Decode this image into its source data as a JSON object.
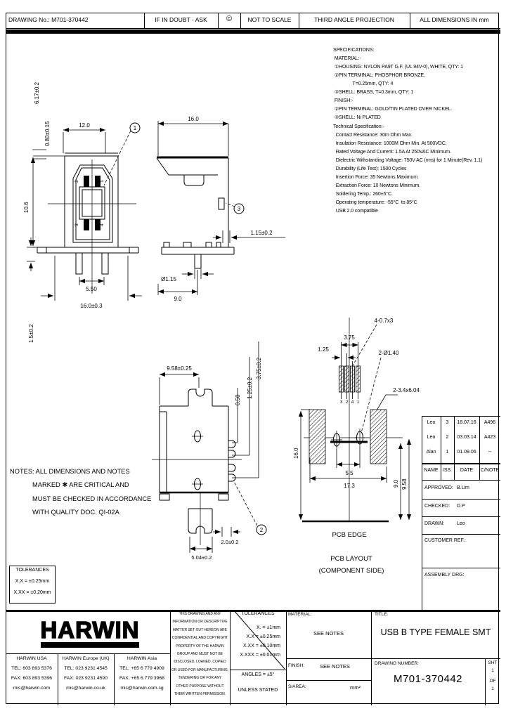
{
  "header": {
    "drawing_no": "DRAWING No.: M701-370442",
    "if_in_doubt": "IF IN DOUBT - ASK",
    "copyright": "©",
    "not_to_scale": "NOT TO SCALE",
    "projection": "THIRD ANGLE PROJECTION",
    "units": "ALL DIMENSIONS IN mm"
  },
  "specifications": {
    "lines": [
      "SPECIFICATIONS:",
      " MATERIAL:-",
      " ①HOUSING: NYLON PA9T G.F. (UL 94V-0), WHITE, QTY: 1",
      " ②PIN TERMINAL: PHOSPHOR BRONZE,",
      "               T=0.25mm, QTY: 4",
      " ③SHELL: BRASS, T=0.3mm, QTY: 1",
      " FINISH:-",
      " ②PIN TERMINAL: GOLD/TIN PLATED OVER NICKEL.",
      " ③SHELL: Ni PLATED",
      "Technical Specification:-",
      "  Contact Resistance: 30m Ohm Max.",
      "  Insulation Resistance: 1000M Ohm Min. At 500VDC.",
      "  Rated Voltage And Current: 1.5A At 250VAC Minimum.",
      "  Dielectric Withstanding Voltage: 750V AC (rms) for 1 Minute(Rev. 1.1)",
      "  Durability (Life Test): 1500 Cycles",
      "  Insertion Force: 35 Newtons Maximum.",
      "  Extraction Force: 10 Newtons Minimum.",
      "  Soldering Temp.: 260±5°C.",
      "  Operating temperature: -55°C  to 85°C",
      "  USB 2.0 compatible"
    ]
  },
  "notes": {
    "lines": [
      "NOTES: ALL DIMENSIONS AND NOTES",
      "MARKED ✱ ARE CRITICAL AND",
      "MUST BE CHECKED IN ACCORDANCE",
      "WITH QUALITY DOC. QI-02A"
    ]
  },
  "tol_box": {
    "title": "TOLERANCES",
    "line1": "X.X = ±0.25mm",
    "line2": "X.XX = ±0.20mm"
  },
  "front_view": {
    "dim_width": "12.0",
    "dim_617": "6.17±0.2",
    "dim_080": "0.80±0.15",
    "dim_height": "10.6",
    "dim_550": "5.50",
    "dim_1603": "16.0±0.3",
    "dim_15": "1.5±0.2",
    "pin_2": "2",
    "pin_1": "1",
    "pin_3": "3",
    "pin_4": "4",
    "balloon": "1"
  },
  "side_view": {
    "dim_160": "16.0",
    "dim_115": "1.15±0.2",
    "dim_dia115": "Ø1.15",
    "dim_90": "9.0",
    "balloon": "3"
  },
  "bottom_view": {
    "dim_958": "9.58±0.25",
    "dim_050": "0.50",
    "dim_125": "1.25±0.2",
    "dim_375": "3.75±0.2",
    "dim_20": "2.0±0.2",
    "dim_504": "5.04±0.2",
    "balloon": "2"
  },
  "pcb": {
    "dim_125": "1.25",
    "dim_375": "3.75",
    "callout_holes": "4-0.7x3",
    "callout_vias": "2-Ø1.40",
    "callout_pads": "2-3.4x6.04",
    "pad_numbers": [
      "3",
      "2",
      "4",
      "1"
    ],
    "dim_160": "16.0",
    "dim_55": "5.5",
    "dim_173": "17.3",
    "dim_90": "9.0",
    "dim_958": "9.58",
    "edge_label": "PCB EDGE",
    "caption_line1": "PCB LAYOUT",
    "caption_line2": "(COMPONENT SIDE)"
  },
  "revisions": {
    "headers": [
      "NAME",
      "ISS.",
      "DATE",
      "C/NOTE"
    ],
    "rows": [
      [
        "Leo",
        "3",
        "18.07.16",
        "A496"
      ],
      [
        "Leo",
        "2",
        "03.03.14",
        "A423"
      ],
      [
        "Alan",
        "1",
        "01.09.06",
        "--"
      ]
    ],
    "approved_label": "APPROVED:",
    "approved": "B.Lim",
    "checked_label": "CHECKED:",
    "checked": "D.P",
    "drawn_label": "DRAWN:",
    "drawn": "Leo",
    "customer_ref_label": "CUSTOMER REF.:",
    "assembly_label": "ASSEMBLY DRG:"
  },
  "title_block": {
    "logo": "HARWIN",
    "contacts": {
      "usa": [
        "HARWIN USA",
        "TEL: 603 893 5376",
        "FAX: 603 893 5396",
        "mis@harwin.com"
      ],
      "europe": [
        "HARWIN Europe (UK)",
        "TEL: 023 9231 4545",
        "FAX: 023 9231 4590",
        "mis@harwin.co.uk"
      ],
      "asia": [
        "HARWIN Asia",
        "TEL: +65 6 779 4909",
        "FAX: +65 6 779 3968",
        "mis@harwin.com.sg"
      ]
    },
    "legal_lines": [
      "THIS DRAWING AND ANY",
      "INFORMATION OR DESCRIPTIVE",
      "MATTER SET OUT HEREON ARE",
      "CONFIDENTIAL AND COPYRIGHT",
      "PROPERTY OF THE HARWIN",
      "GROUP AND MUST NOT BE",
      "DISCLOSED, LOANED, COPIED",
      "OR USED FOR MANUFACTURING,",
      "TENDERING OR FOR ANY",
      "OTHER PURPOSE WITHOUT",
      "THEIR WRITTEN PERMISSION."
    ],
    "tolerances": {
      "title": "TOLERANCES",
      "l1": "X. = ±1mm",
      "l2": "X.X = ±0.25mm",
      "l3": "X.XX = ±0.10mm",
      "l4": "X.XXX = ±0.01mm",
      "angles": "ANGLES = ±5°",
      "unless": "UNLESS STATED"
    },
    "material_label": "MATERIAL:",
    "material": "SEE NOTES",
    "title_label": "TITLE:",
    "title": "USB B TYPE FEMALE SMT",
    "finish_label": "FINISH:",
    "finish": "SEE NOTES",
    "dwg_label": "DRAWING NUMBER:",
    "dwg_number": "M701-370442",
    "sarea_label": "S/AREA:",
    "sarea_unit": "mm²",
    "sht_label": "SHT",
    "sht_no": "1",
    "of_label": "OF",
    "of_no": "1"
  }
}
